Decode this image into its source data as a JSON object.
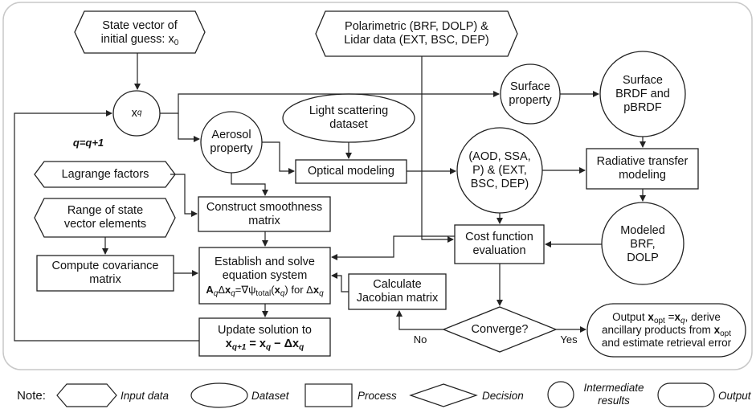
{
  "nodes": {
    "state_vector": {
      "line1": "State vector of",
      "line2": "initial guess: x",
      "sub": "0"
    },
    "xq": {
      "base": "x",
      "sub": "q"
    },
    "q_update": "q=q+1",
    "polarimetric": "Polarimetric (BRF, DOLP) &\nLidar data (EXT, BSC, DEP)",
    "surface_property": "Surface\nproperty",
    "surface_brdf": "Surface\nBRDF and\npBRDF",
    "aerosol_property": "Aerosol\nproperty",
    "light_scattering": "Light scattering\ndataset",
    "optical_modeling": "Optical modeling",
    "aod_node": "(AOD, SSA,\nP) & (EXT,\nBSC, DEP)",
    "radiative_transfer": "Radiative transfer\nmodeling",
    "lagrange": "Lagrange factors",
    "range_state": "Range of state\nvector elements",
    "construct_smoothness": "Construct smoothness\nmatrix",
    "cost_function": "Cost function\nevaluation",
    "modeled_brf": "Modeled\nBRF,\nDOLP",
    "compute_covariance": "Compute covariance\nmatrix",
    "establish_line1": "Establish and solve",
    "establish_line2": "equation system",
    "calc_jacobian": "Calculate\nJacobian matrix",
    "converge": "Converge?",
    "no_label": "No",
    "yes_label": "Yes",
    "update_line1": "Update solution to",
    "output_line1_a": "Output ",
    "output_line1_b": "x",
    "output_line1_sub": "opt",
    "output_line1_c": " =",
    "output_line1_d": "x",
    "output_line1_sub2": "q",
    "output_line1_e": ", derive",
    "output_line2_a": "ancillary products from ",
    "output_line2_b": "x",
    "output_line2_sub": "opt",
    "output_line3": "and estimate retrieval error"
  },
  "legend": {
    "note": "Note:",
    "input": "Input data",
    "dataset": "Dataset",
    "process": "Process",
    "decision": "Decision",
    "intermediate": "Intermediate\nresults",
    "output": "Output"
  },
  "colors": {
    "stroke": "#222222",
    "frame": "#c8c8c8",
    "bg": "#ffffff"
  }
}
